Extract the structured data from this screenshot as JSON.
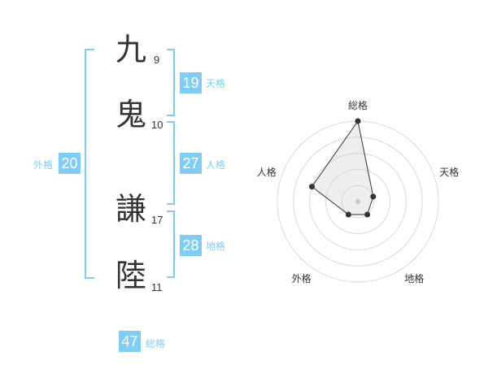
{
  "name_chars": [
    {
      "char": "九",
      "strokes": "9"
    },
    {
      "char": "鬼",
      "strokes": "10"
    },
    {
      "char": "謙",
      "strokes": "17"
    },
    {
      "char": "陸",
      "strokes": "11"
    }
  ],
  "fortunes": {
    "tenkaku": {
      "value": "19",
      "label": "天格"
    },
    "jinkaku": {
      "value": "27",
      "label": "人格"
    },
    "chikaku": {
      "value": "28",
      "label": "地格"
    },
    "gaikaku": {
      "value": "20",
      "label": "外格"
    },
    "soukaku": {
      "value": "47",
      "label": "総格"
    }
  },
  "accent_color": "#7fccf5",
  "chart_data": {
    "type": "radar",
    "axes": [
      "総格",
      "天格",
      "地格",
      "外格",
      "人格"
    ],
    "values": [
      5,
      1,
      1,
      1,
      3
    ],
    "range": [
      0,
      5
    ],
    "rings": 5
  }
}
